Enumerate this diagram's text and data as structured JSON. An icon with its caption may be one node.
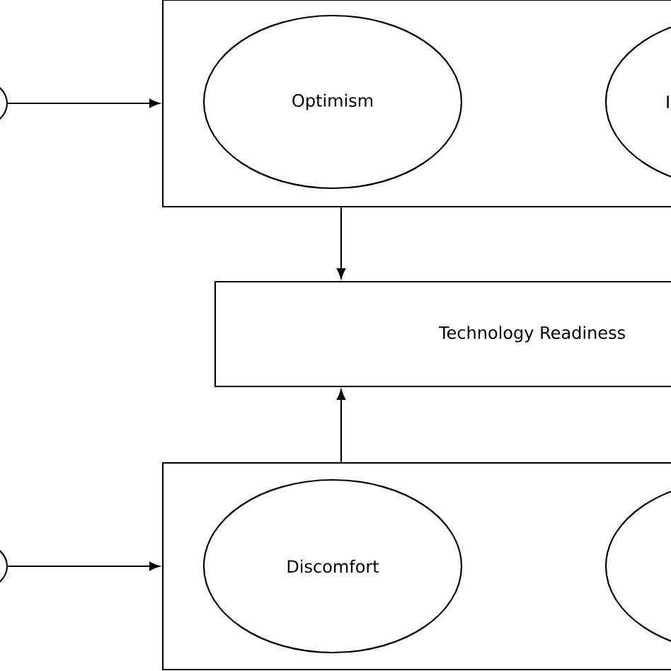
{
  "diagram": {
    "nodes": [
      {
        "text": [],
        "shape": "circle"
      },
      {
        "text": [],
        "shape": "box"
      },
      {
        "text": [
          "Optimism"
        ],
        "in": 1
      },
      {
        "text": [
          "I"
        ],
        "in": 1
      },
      {
        "text": [
          "Technology Readiness"
        ]
      },
      {
        "text": [],
        "shape": "circle"
      },
      {
        "text": [],
        "shape": "box"
      },
      {
        "text": [
          "Discomfort"
        ],
        "in": 6
      },
      {
        "text": [],
        "shape": "circle",
        "in": 6
      }
    ],
    "edges": [
      {
        "from": 0,
        "to": 1,
        "arrow": "to"
      },
      {
        "from": 1,
        "to": 4,
        "arrow": "to"
      },
      {
        "from": 5,
        "to": 6,
        "arrow": "to"
      },
      {
        "from": 6,
        "to": 4,
        "arrow": "to"
      }
    ]
  }
}
